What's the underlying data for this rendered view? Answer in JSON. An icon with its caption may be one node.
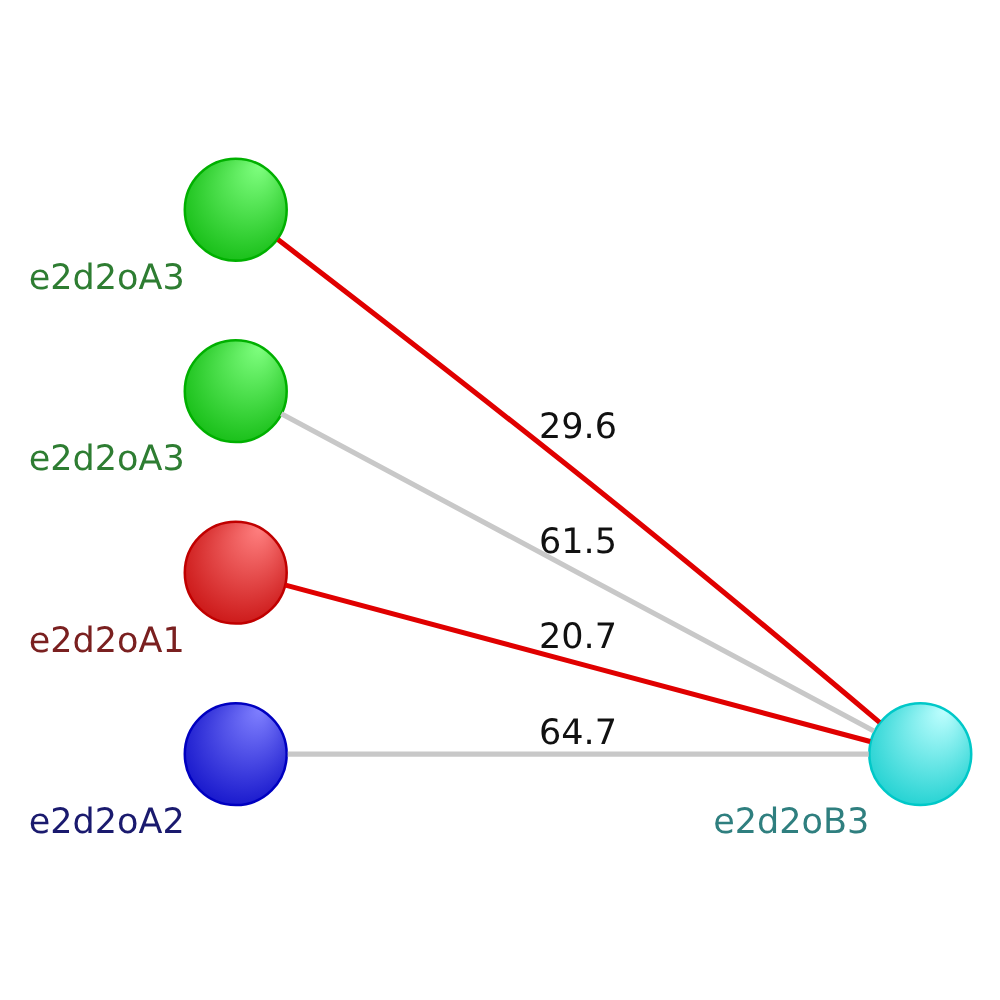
{
  "diagram": {
    "nodes": [
      {
        "text": [],
        "shape": "circle",
        "beside": [
          "e2d2oA3"
        ]
      },
      {
        "text": [],
        "shape": "circle",
        "beside": [
          "e2d2oA3"
        ]
      },
      {
        "text": [],
        "shape": "circle",
        "beside": [
          "e2d2oB3"
        ]
      },
      {
        "text": [],
        "shape": "circle",
        "beside": [
          "e2d2oA1"
        ]
      },
      {
        "text": [],
        "shape": "circle",
        "beside": [
          "e2d2oA2"
        ]
      }
    ],
    "edges": [
      {
        "from": 0,
        "to": 2,
        "arrow": "none",
        "label": "29.6",
        "color": "#e00000"
      },
      {
        "from": 1,
        "to": 2,
        "arrow": "none",
        "label": "61.5",
        "color": "#c8c8c8"
      },
      {
        "from": 3,
        "to": 2,
        "arrow": "none",
        "label": "20.7",
        "color": "#e00000"
      },
      {
        "from": 4,
        "to": 2,
        "arrow": "none",
        "label": "64.7",
        "color": "#c8c8c8"
      }
    ]
  }
}
